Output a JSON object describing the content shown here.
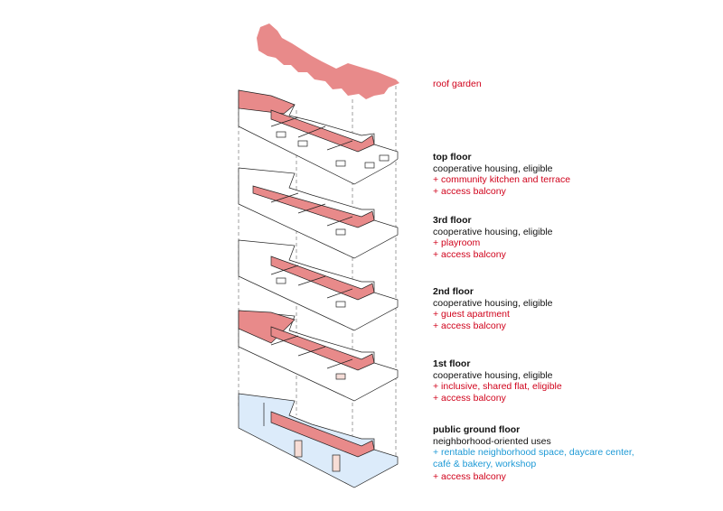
{
  "colors": {
    "highlight_red": "#e88a8a",
    "highlight_text": "#d0021b",
    "public_fill": "#dcebfa",
    "public_text": "#1e9ad6",
    "outline": "#222222",
    "dash": "#888888"
  },
  "roof": {
    "label": "roof garden"
  },
  "floors": [
    {
      "title": "top floor",
      "description": "cooperative housing, eligible",
      "extras": [
        "+ community kitchen and terrace",
        "+ access balcony"
      ]
    },
    {
      "title": "3rd floor",
      "description": "cooperative housing, eligible",
      "extras": [
        "+ playroom",
        "+ access balcony"
      ]
    },
    {
      "title": "2nd floor",
      "description": "cooperative housing, eligible",
      "extras": [
        "+ guest apartment",
        "+ access balcony"
      ]
    },
    {
      "title": "1st floor",
      "description": "cooperative housing, eligible",
      "extras": [
        "+ inclusive, shared flat, eligible",
        "+ access balcony"
      ]
    },
    {
      "title": "public ground floor",
      "description": "neighborhood-oriented uses",
      "public_extras": [
        "+ rentable neighborhood space, daycare center,",
        "café & bakery, workshop"
      ],
      "extras": [
        "+ access balcony"
      ]
    }
  ]
}
